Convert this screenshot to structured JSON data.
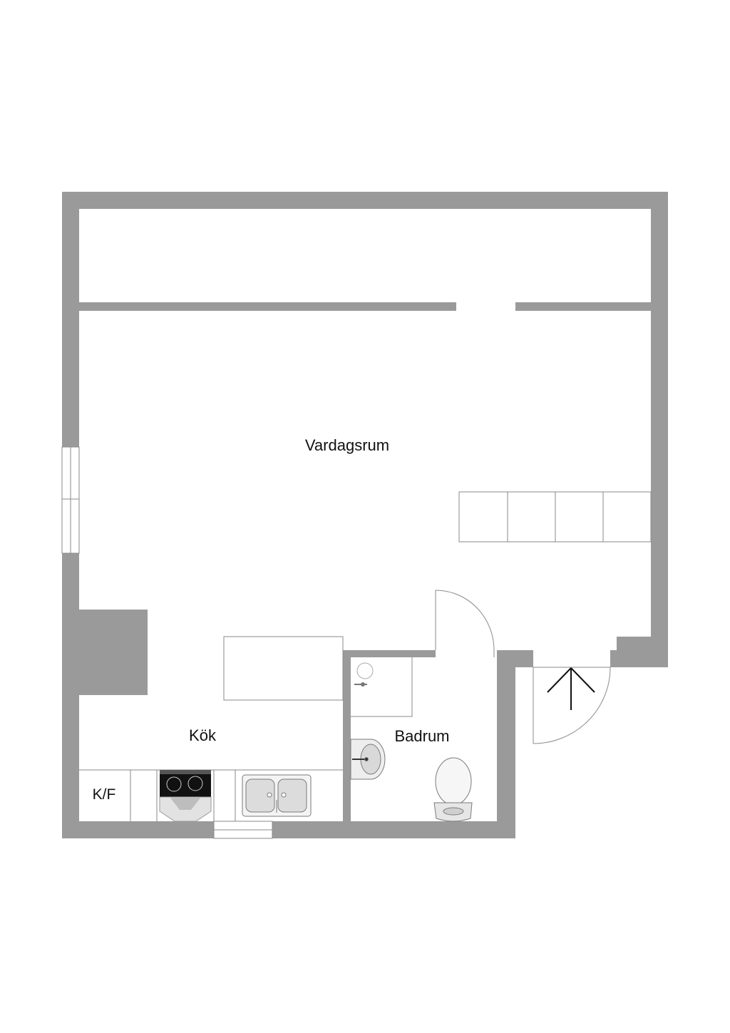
{
  "floorplan": {
    "rooms": {
      "living": "Vardagsrum",
      "kitchen": "Kök",
      "bathroom": "Badrum",
      "fridge": "K/F"
    },
    "colors": {
      "wall": "#9a9a9a",
      "line": "#8a8a8a",
      "background": "#ffffff"
    },
    "icons": [
      "entrance-arrow-icon",
      "stove-icon",
      "sink-icon",
      "toilet-icon",
      "washbasin-icon",
      "shower-icon"
    ]
  }
}
